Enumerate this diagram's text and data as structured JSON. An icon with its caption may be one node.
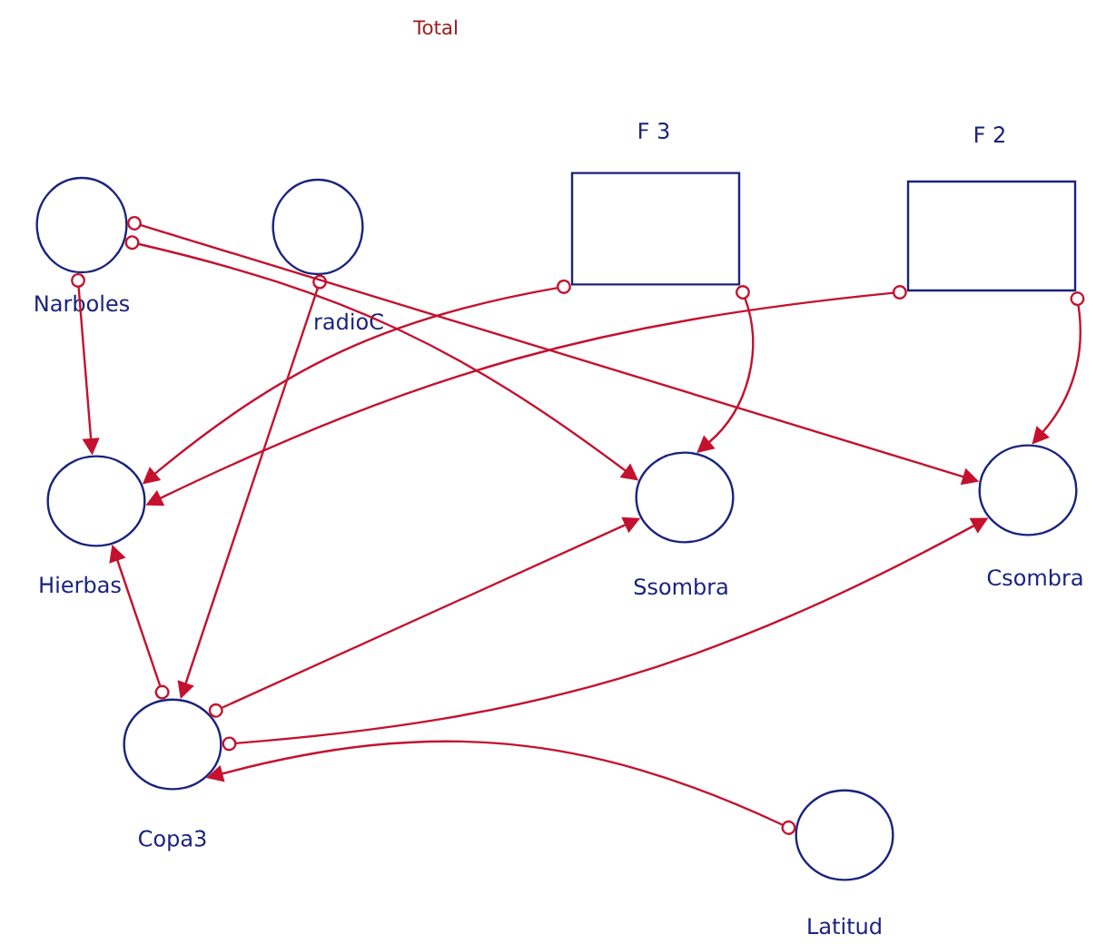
{
  "diagram": {
    "title": "Total",
    "nodes": [
      {
        "text": [
          "Narboles"
        ]
      },
      {
        "text": [
          "radioC"
        ]
      },
      {
        "text": [
          "F 3"
        ]
      },
      {
        "text": [
          "F 2"
        ]
      },
      {
        "text": [
          "Hierbas"
        ]
      },
      {
        "text": [
          "Ssombra"
        ]
      },
      {
        "text": [
          "Csombra"
        ]
      },
      {
        "text": [
          "Copa3"
        ]
      },
      {
        "text": [
          "Latitud"
        ]
      }
    ],
    "edges": [
      {
        "from": 0,
        "to": 4,
        "arrow": "to"
      },
      {
        "from": 0,
        "to": 5,
        "arrow": "to"
      },
      {
        "from": 0,
        "to": 6,
        "arrow": "to"
      },
      {
        "from": 2,
        "to": 4,
        "arrow": "to"
      },
      {
        "from": 2,
        "to": 5,
        "arrow": "to"
      },
      {
        "from": 3,
        "to": 4,
        "arrow": "to"
      },
      {
        "from": 3,
        "to": 6,
        "arrow": "to"
      },
      {
        "from": 1,
        "to": 7,
        "arrow": "to"
      },
      {
        "from": 7,
        "to": 4,
        "arrow": "to"
      },
      {
        "from": 7,
        "to": 5,
        "arrow": "to"
      },
      {
        "from": 7,
        "to": 6,
        "arrow": "to"
      },
      {
        "from": 8,
        "to": 7,
        "arrow": "to"
      }
    ]
  }
}
